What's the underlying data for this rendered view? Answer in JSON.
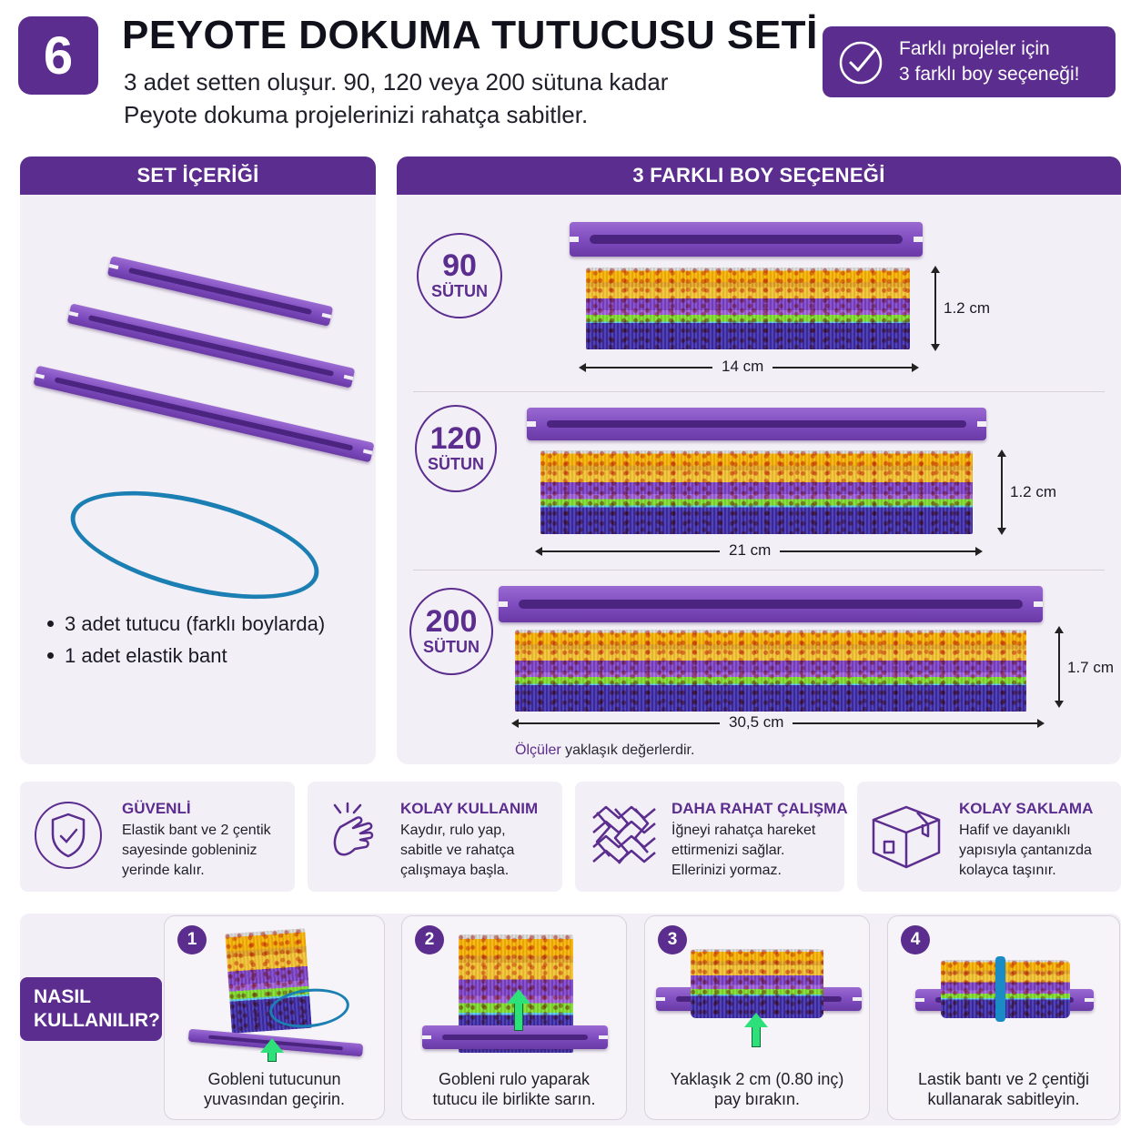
{
  "header": {
    "number": "6",
    "title": "PEYOTE DOKUMA TUTUCUSU SETİ",
    "subtitle_line1": "3 adet setten oluşur.  90, 120 veya 200 sütuna kadar",
    "subtitle_line2": "Peyote dokuma projelerinizi rahatça sabitler.",
    "callout_line1": "Farklı projeler için",
    "callout_line2": "3 farklı boy seçeneği!",
    "callout_icon": "check-circle-icon"
  },
  "colors": {
    "brand_purple": "#5b2d8e",
    "panel_bg": "#f3eff6",
    "holder_purple": "#7d4bbd",
    "band_blue": "#1b7fb3",
    "arrow_green": "#2ee07a"
  },
  "set_contents": {
    "heading": "SET İÇERİĞİ",
    "items": [
      "3 adet tutucu (farklı boylarda)",
      "1 adet elastik bant"
    ]
  },
  "sizes": {
    "heading": "3 FARKLI BOY SEÇENEĞİ",
    "options": [
      {
        "columns": "90",
        "unit": "SÜTUN",
        "width": "14 cm",
        "height": "1.2 cm"
      },
      {
        "columns": "120",
        "unit": "SÜTUN",
        "width": "21 cm",
        "height": "1.2 cm"
      },
      {
        "columns": "200",
        "unit": "SÜTUN",
        "width": "30,5 cm",
        "height": "1.7 cm"
      }
    ],
    "note_accent": "Ölçüler",
    "note_rest": " yaklaşık değerlerdir."
  },
  "features": [
    {
      "icon": "shield-check-icon",
      "title": "GÜVENLİ",
      "lines": [
        "Elastik bant ve 2 çentik",
        "sayesinde gobleniniz",
        "yerinde kalır."
      ]
    },
    {
      "icon": "hand-snap-icon",
      "title": "KOLAY KULLANIM",
      "lines": [
        "Kaydır, rulo yap,",
        "sabitle ve rahatça",
        "çalışmaya başla."
      ]
    },
    {
      "icon": "mesh-icon",
      "title": "DAHA RAHAT ÇALIŞMA",
      "lines": [
        "İğneyi rahatça hareket",
        "ettirmenizi sağlar.",
        "Ellerinizi yormaz."
      ]
    },
    {
      "icon": "box-icon",
      "title": "KOLAY SAKLAMA",
      "lines": [
        "Hafif ve dayanıklı",
        "yapısıyla çantanızda",
        "kolayca taşınır."
      ]
    }
  ],
  "howto": {
    "label_line1": "NASIL",
    "label_line2": "KULLANILIR?",
    "steps": [
      {
        "number": "1",
        "line1": "Gobleni tutucunun",
        "line2": "yuvasından geçirin."
      },
      {
        "number": "2",
        "line1": "Gobleni rulo yaparak",
        "line2": "tutucu ile birlikte sarın."
      },
      {
        "number": "3",
        "line1": "Yaklaşık 2 cm (0.80 inç)",
        "line2": "pay bırakın."
      },
      {
        "number": "4",
        "line1": "Lastik bantı ve 2 çentiği",
        "line2": "kullanarak sabitleyin."
      }
    ]
  }
}
